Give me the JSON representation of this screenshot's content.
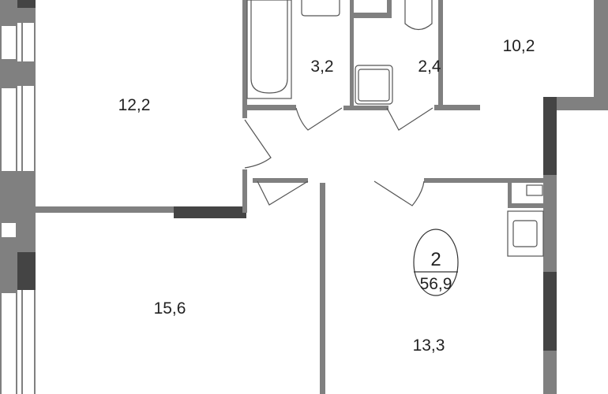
{
  "rooms": [
    {
      "name": "bedroom-top-left",
      "area": "12,2"
    },
    {
      "name": "bathroom",
      "area": "3,2"
    },
    {
      "name": "toilet",
      "area": "2,4"
    },
    {
      "name": "room-top-right",
      "area": "10,2"
    },
    {
      "name": "bedroom-bottom-left",
      "area": "15,6"
    },
    {
      "name": "kitchen-living",
      "area": "13,3"
    }
  ],
  "summary": {
    "rooms_count": "2",
    "total_area": "56,9"
  },
  "colors": {
    "wall": "#808080",
    "bearing_wall": "#444444",
    "text": "#222222"
  }
}
